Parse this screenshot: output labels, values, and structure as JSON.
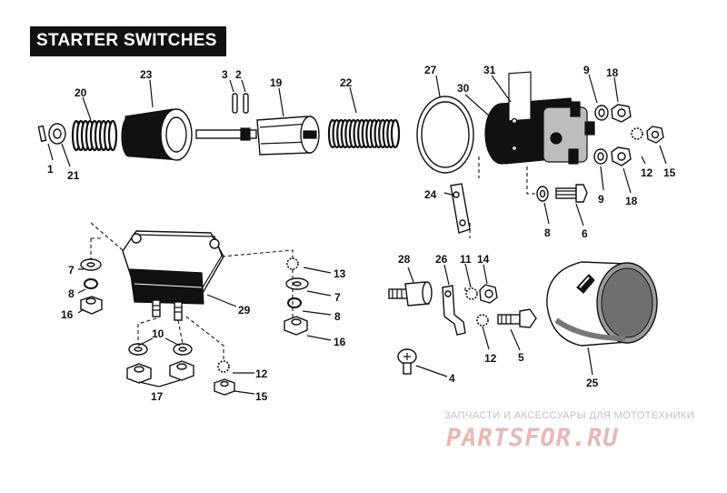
{
  "title": "STARTER SWITCHES",
  "callouts": {
    "c1": "1",
    "c21": "21",
    "c20": "20",
    "c23": "23",
    "c3": "3",
    "c2": "2",
    "c19": "19",
    "c22": "22",
    "c27": "27",
    "c31": "31",
    "c30": "30",
    "c9a": "9",
    "c18a": "18",
    "c12a": "12",
    "c15a": "15",
    "c9b": "9",
    "c18b": "18",
    "c24": "24",
    "c8a": "8",
    "c6": "6",
    "c7a": "7",
    "c8b": "8",
    "c16a": "16",
    "c29": "29",
    "c10": "10",
    "c17": "17",
    "c13": "13",
    "c7b": "7",
    "c8c": "8",
    "c16b": "16",
    "c12b": "12",
    "c15b": "15",
    "c28": "28",
    "c26": "26",
    "c11": "11",
    "c14": "14",
    "c12c": "12",
    "c5": "5",
    "c4": "4",
    "c25": "25"
  },
  "watermark": {
    "caption": "ЗАПЧАСТИ И АКСЕССУАРЫ ДЛЯ МОТОТЕХНИКИ",
    "logo": "PARTSFOR.RU"
  }
}
